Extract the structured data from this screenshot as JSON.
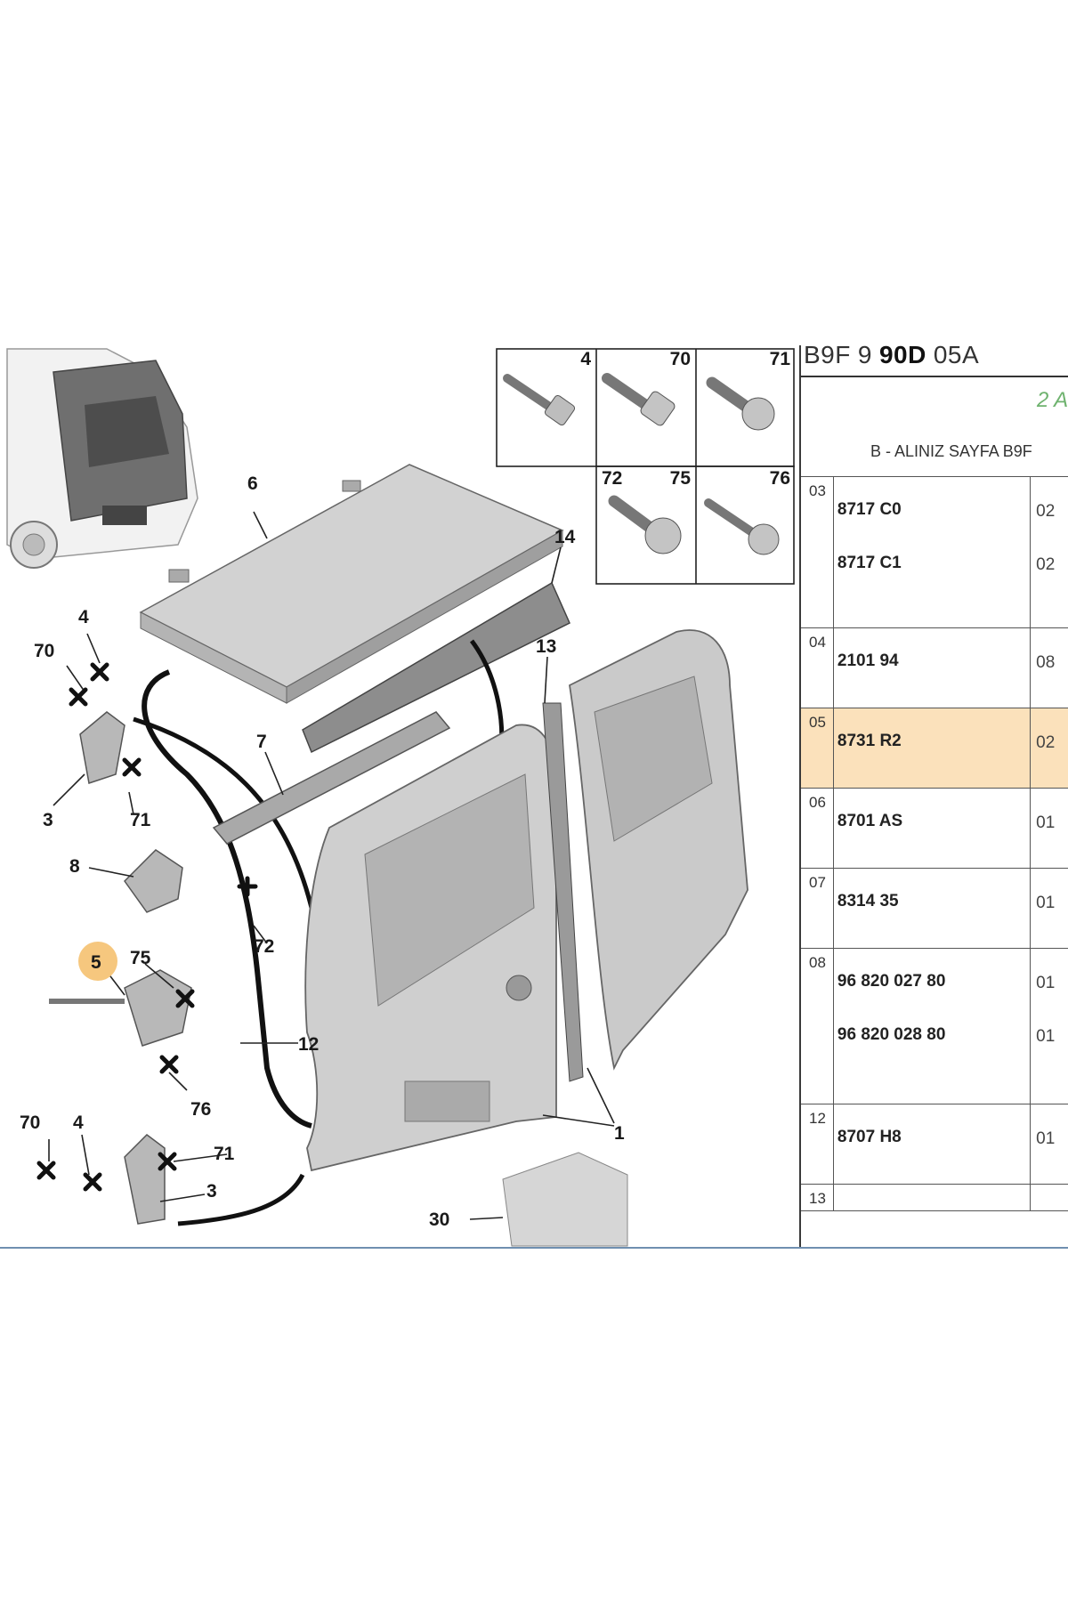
{
  "header": {
    "code_parts": [
      "B9F",
      "9",
      "90D",
      "05A"
    ],
    "green_text": "2 A",
    "note": "B - ALINIZ SAYFA B9F"
  },
  "table": {
    "rows": [
      {
        "no": "03",
        "refs": [
          "8717 C0",
          "8717 C1"
        ],
        "qtys": [
          "02",
          "02"
        ],
        "highlight": false
      },
      {
        "no": "04",
        "refs": [
          "2101 94"
        ],
        "qtys": [
          "08"
        ],
        "highlight": false
      },
      {
        "no": "05",
        "refs": [
          "8731 R2"
        ],
        "qtys": [
          "02"
        ],
        "highlight": true
      },
      {
        "no": "06",
        "refs": [
          "8701 AS"
        ],
        "qtys": [
          "01"
        ],
        "highlight": false
      },
      {
        "no": "07",
        "refs": [
          "8314 35"
        ],
        "qtys": [
          "01"
        ],
        "highlight": false
      },
      {
        "no": "08",
        "refs": [
          "96 820 027 80",
          "96 820 028 80"
        ],
        "qtys": [
          "01",
          "01"
        ],
        "highlight": false
      },
      {
        "no": "12",
        "refs": [
          "8707 H8"
        ],
        "qtys": [
          "01"
        ],
        "highlight": false
      },
      {
        "no": "13",
        "refs": [],
        "qtys": [],
        "highlight": false
      }
    ]
  },
  "fasteners": {
    "labels": [
      "4",
      "70",
      "71",
      "72",
      "75",
      "76"
    ]
  },
  "callouts": {
    "c6": "6",
    "c14": "14",
    "c13": "13",
    "c7": "7",
    "c8": "8",
    "c72": "72",
    "c4a": "4",
    "c70a": "70",
    "c3a": "3",
    "c71a": "71",
    "c5": "5",
    "c75": "75",
    "c76": "76",
    "c12": "12",
    "c1": "1",
    "c70b": "70",
    "c4b": "4",
    "c71b": "71",
    "c3b": "3",
    "c30": "30"
  },
  "colors": {
    "highlight_row": "#fbe1bb",
    "highlight_callout": "#f6c77e",
    "green_text": "#6fb36f"
  }
}
